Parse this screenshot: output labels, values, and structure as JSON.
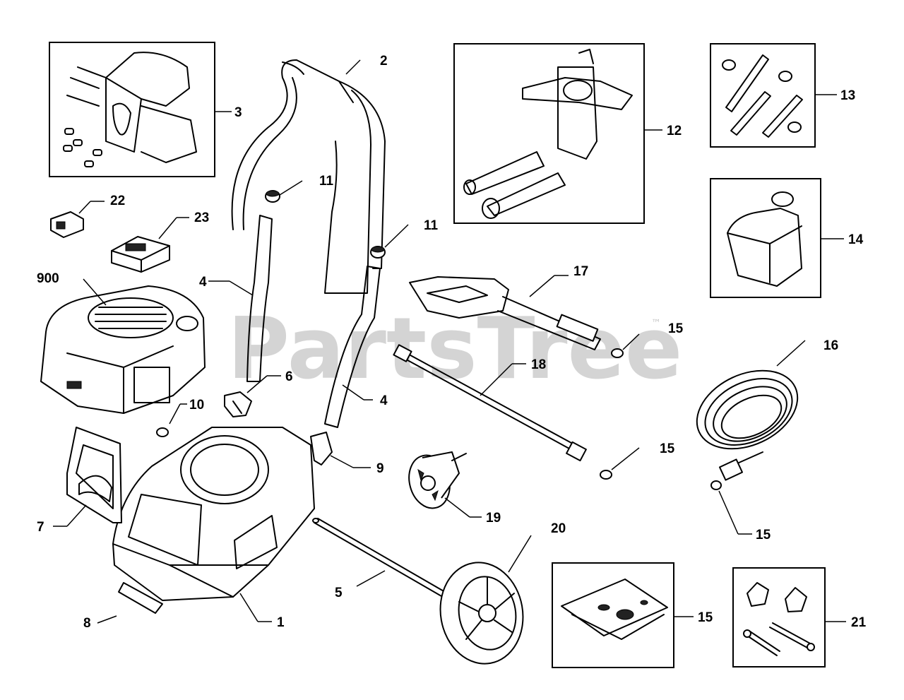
{
  "watermark": {
    "text": "PartsTree",
    "trademark": "™"
  },
  "callouts": {
    "c1": "1",
    "c2": "2",
    "c3": "3",
    "c4a": "4",
    "c4b": "4",
    "c5": "5",
    "c6": "6",
    "c7": "7",
    "c8": "8",
    "c9": "9",
    "c10": "10",
    "c11a": "11",
    "c11b": "11",
    "c12": "12",
    "c13": "13",
    "c14": "14",
    "c15a": "15",
    "c15b": "15",
    "c15c": "15",
    "c15d": "15",
    "c16": "16",
    "c17": "17",
    "c18": "18",
    "c19": "19",
    "c20": "20",
    "c21": "21",
    "c22": "22",
    "c23": "23",
    "c900": "900"
  },
  "colors": {
    "ink": "#000000",
    "watermark": "#d4d4d4",
    "background": "#ffffff"
  }
}
